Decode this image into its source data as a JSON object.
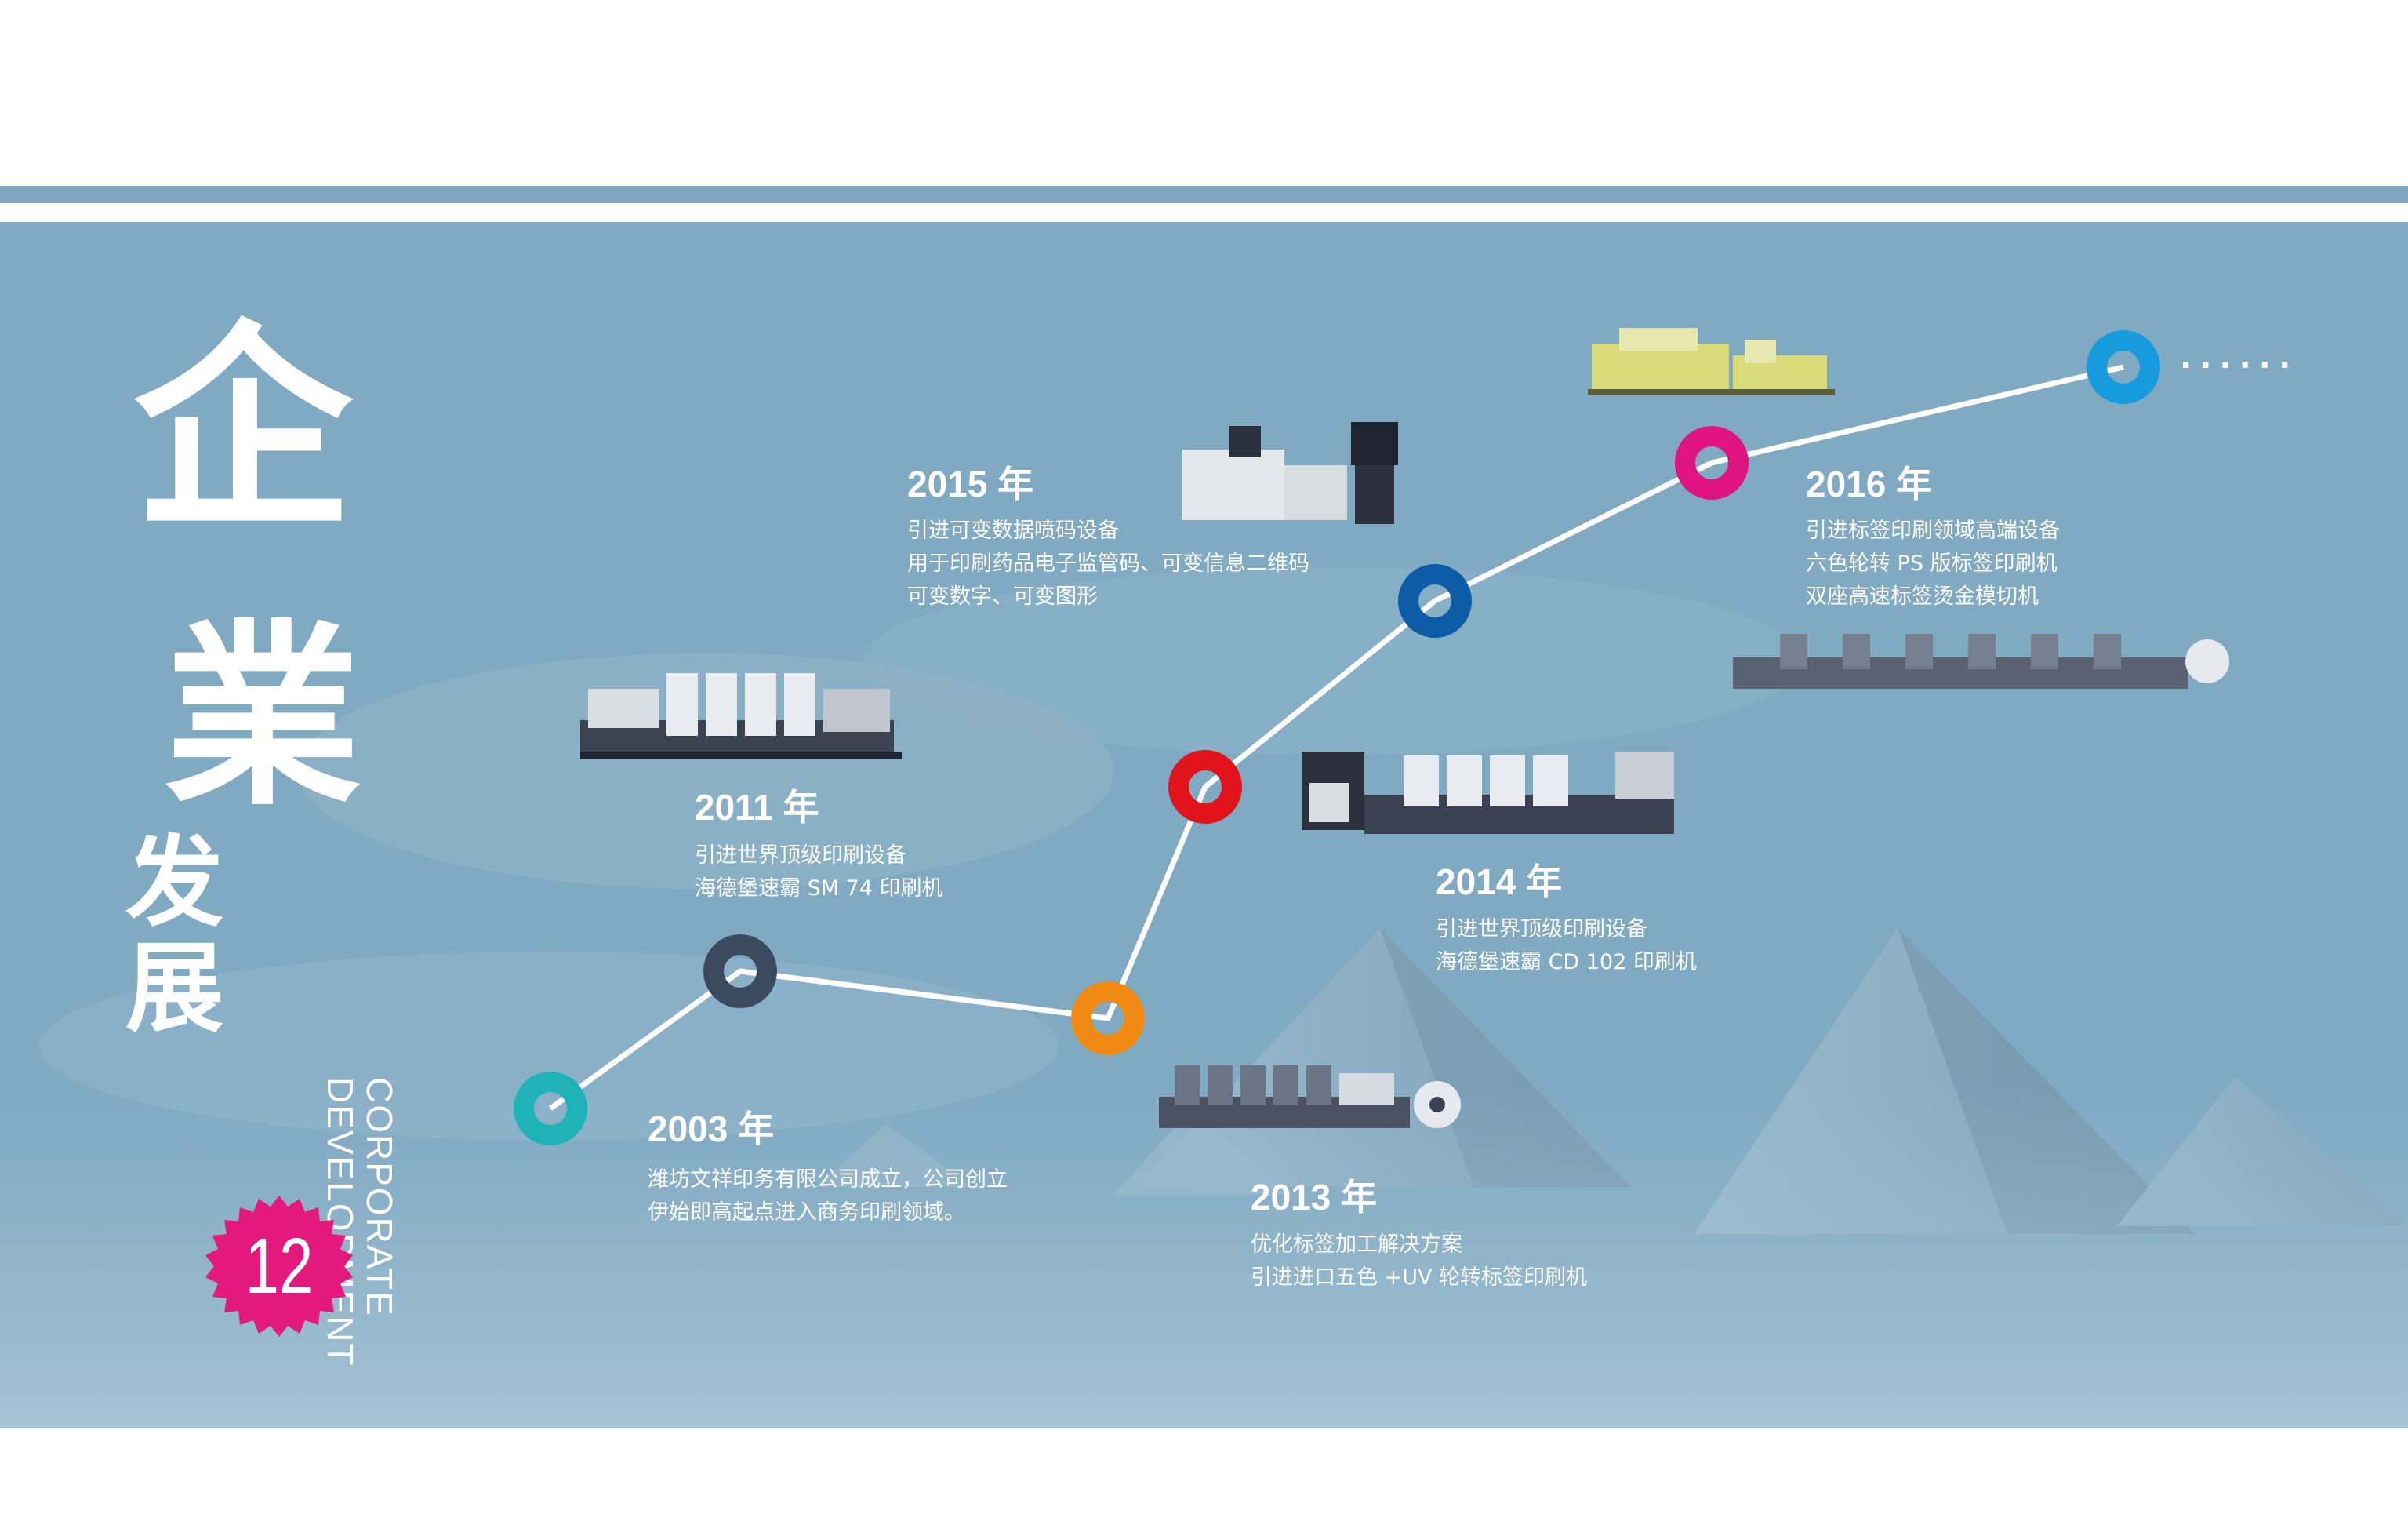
{
  "title": {
    "cjk_big_1": "企",
    "cjk_big_2": "業",
    "cjk_small_1": "发",
    "cjk_small_2": "展",
    "en_line1": "CORPORATE",
    "en_line2": "DEVELOPMENT"
  },
  "page_number": "12",
  "colors": {
    "panel": "#80a9c2",
    "stripe": "#7fa5bf",
    "badge": "#e3197e",
    "timeline_line": "#ffffff"
  },
  "milestones": [
    {
      "year": "2003 年",
      "lines": [
        "潍坊文祥印务有限公司成立，公司创立",
        "伊始即高起点进入商务印刷领域。"
      ],
      "color": "#1fb3b8"
    },
    {
      "year": "2011 年",
      "lines": [
        "引进世界顶级印刷设备",
        "海德堡速霸 SM 74 印刷机"
      ],
      "color": "#3c4a60"
    },
    {
      "year": "2013 年",
      "lines": [
        "优化标签加工解决方案",
        "引进进口五色 +UV 轮转标签印刷机"
      ],
      "color": "#f08a12"
    },
    {
      "year": "2014 年",
      "lines": [
        "引进世界顶级印刷设备",
        "海德堡速霸 CD 102 印刷机"
      ],
      "color": "#e1141c"
    },
    {
      "year": "2015 年",
      "lines": [
        "引进可变数据喷码设备",
        "用于印刷药品电子监管码、可变信息二维码",
        "可变数字、可变图形"
      ],
      "color": "#0d5ca8"
    },
    {
      "year": "2016 年",
      "lines": [
        "引进标签印刷领域高端设备",
        "六色轮转 PS 版标签印刷机",
        "双座高速标签烫金模切机"
      ],
      "color": "#e0147e"
    }
  ],
  "future_dots": "......",
  "icons": [
    "press-machine-icon",
    "inkjet-machine-icon",
    "label-press-icon",
    "die-cutter-icon",
    "pyramid-icon"
  ]
}
